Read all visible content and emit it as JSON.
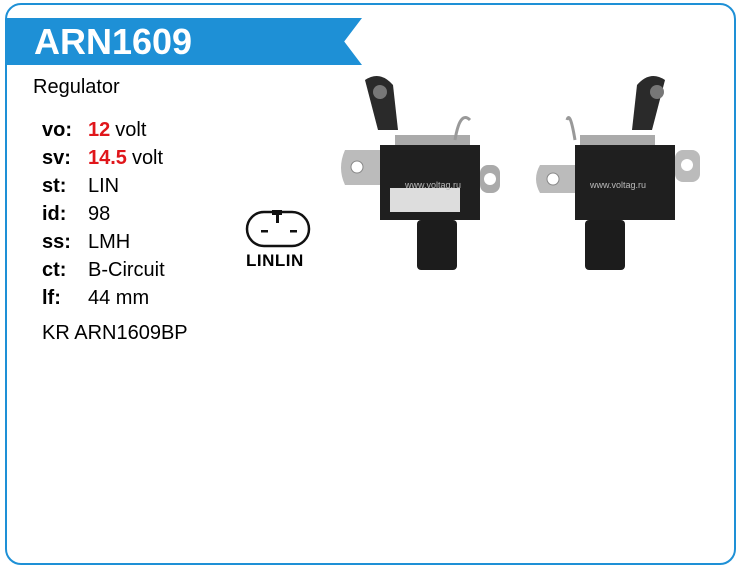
{
  "header": {
    "title": "ARN1609"
  },
  "subtitle": "Regulator",
  "specs": [
    {
      "key": "vo:",
      "highlight": "12",
      "value": "volt"
    },
    {
      "key": "sv:",
      "highlight": "14.5",
      "value": "volt"
    },
    {
      "key": "st:",
      "value": "LIN"
    },
    {
      "key": "id:",
      "value": "98"
    },
    {
      "key": "ss:",
      "value": "LMH"
    },
    {
      "key": "ct:",
      "value": "B-Circuit"
    },
    {
      "key": "lf:",
      "value": "44 mm"
    }
  ],
  "oem_code": "KR ARN1609BP",
  "connector": {
    "label": "LINLIN",
    "icon": "connector-plug-icon"
  },
  "watermark": "www.voltag.ru",
  "colors": {
    "accent": "#1e90d6",
    "highlight": "#e0161b"
  }
}
